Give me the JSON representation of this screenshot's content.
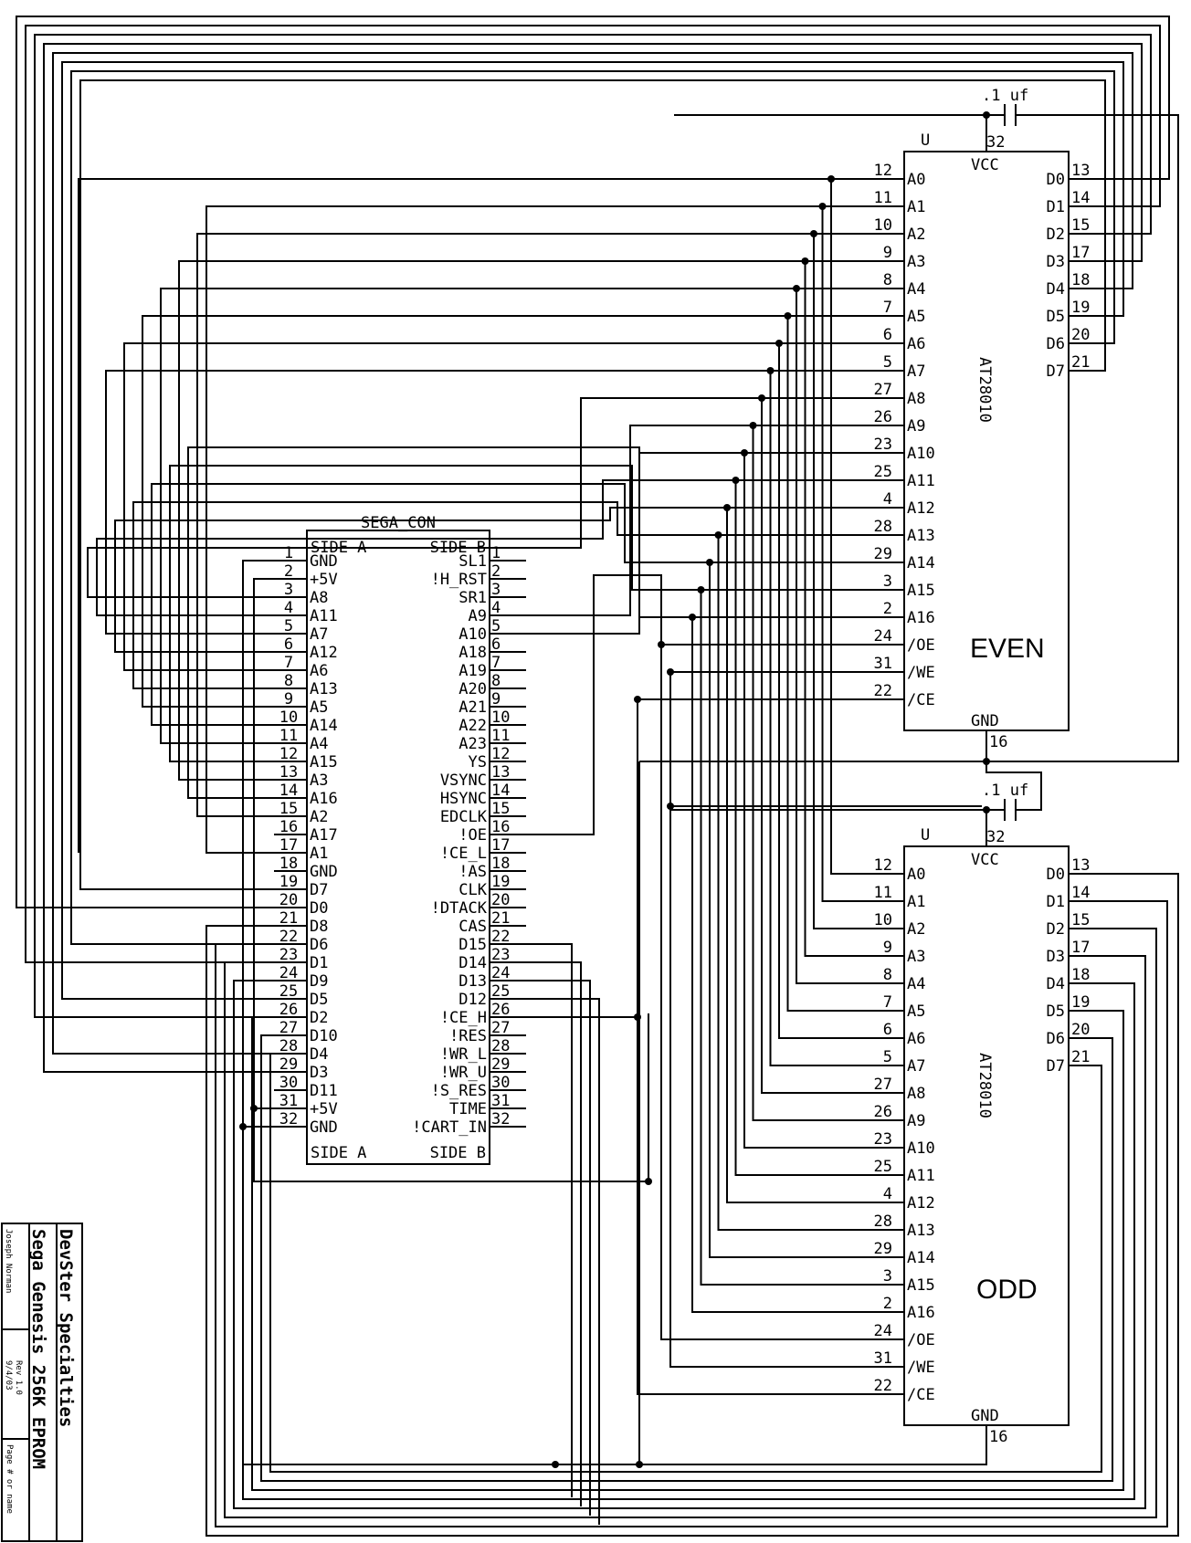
{
  "connector": {
    "title": "SEGA_CON",
    "side_a_label": "SIDE A",
    "side_b_label": "SIDE B",
    "side_a_pins": [
      {
        "num": "1",
        "name": "GND"
      },
      {
        "num": "2",
        "name": "+5V"
      },
      {
        "num": "3",
        "name": "A8"
      },
      {
        "num": "4",
        "name": "A11"
      },
      {
        "num": "5",
        "name": "A7"
      },
      {
        "num": "6",
        "name": "A12"
      },
      {
        "num": "7",
        "name": "A6"
      },
      {
        "num": "8",
        "name": "A13"
      },
      {
        "num": "9",
        "name": "A5"
      },
      {
        "num": "10",
        "name": "A14"
      },
      {
        "num": "11",
        "name": "A4"
      },
      {
        "num": "12",
        "name": "A15"
      },
      {
        "num": "13",
        "name": "A3"
      },
      {
        "num": "14",
        "name": "A16"
      },
      {
        "num": "15",
        "name": "A2"
      },
      {
        "num": "16",
        "name": "A17"
      },
      {
        "num": "17",
        "name": "A1"
      },
      {
        "num": "18",
        "name": "GND"
      },
      {
        "num": "19",
        "name": "D7"
      },
      {
        "num": "20",
        "name": "D0"
      },
      {
        "num": "21",
        "name": "D8"
      },
      {
        "num": "22",
        "name": "D6"
      },
      {
        "num": "23",
        "name": "D1"
      },
      {
        "num": "24",
        "name": "D9"
      },
      {
        "num": "25",
        "name": "D5"
      },
      {
        "num": "26",
        "name": "D2"
      },
      {
        "num": "27",
        "name": "D10"
      },
      {
        "num": "28",
        "name": "D4"
      },
      {
        "num": "29",
        "name": "D3"
      },
      {
        "num": "30",
        "name": "D11"
      },
      {
        "num": "31",
        "name": "+5V"
      },
      {
        "num": "32",
        "name": "GND"
      }
    ],
    "side_b_pins": [
      {
        "num": "1",
        "name": "SL1"
      },
      {
        "num": "2",
        "name": "!H_RST"
      },
      {
        "num": "3",
        "name": "SR1"
      },
      {
        "num": "4",
        "name": "A9"
      },
      {
        "num": "5",
        "name": "A10"
      },
      {
        "num": "6",
        "name": "A18"
      },
      {
        "num": "7",
        "name": "A19"
      },
      {
        "num": "8",
        "name": "A20"
      },
      {
        "num": "9",
        "name": "A21"
      },
      {
        "num": "10",
        "name": "A22"
      },
      {
        "num": "11",
        "name": "A23"
      },
      {
        "num": "12",
        "name": "YS"
      },
      {
        "num": "13",
        "name": "VSYNC"
      },
      {
        "num": "14",
        "name": "HSYNC"
      },
      {
        "num": "15",
        "name": "EDCLK"
      },
      {
        "num": "16",
        "name": "!OE"
      },
      {
        "num": "17",
        "name": "!CE_L"
      },
      {
        "num": "18",
        "name": "!AS"
      },
      {
        "num": "19",
        "name": "CLK"
      },
      {
        "num": "20",
        "name": "!DTACK"
      },
      {
        "num": "21",
        "name": "CAS"
      },
      {
        "num": "22",
        "name": "D15"
      },
      {
        "num": "23",
        "name": "D14"
      },
      {
        "num": "24",
        "name": "D13"
      },
      {
        "num": "25",
        "name": "D12"
      },
      {
        "num": "26",
        "name": "!CE_H"
      },
      {
        "num": "27",
        "name": "!RES"
      },
      {
        "num": "28",
        "name": "!WR_L"
      },
      {
        "num": "29",
        "name": "!WR_U"
      },
      {
        "num": "30",
        "name": "!S_RES"
      },
      {
        "num": "31",
        "name": "TIME"
      },
      {
        "num": "32",
        "name": "!CART_IN"
      }
    ]
  },
  "eprom_common": {
    "ref": "U",
    "vcc_label": "VCC",
    "vcc_pin": "32",
    "gnd_label": "GND",
    "gnd_pin": "16",
    "cap_label": ".1 uf",
    "part_name": "AT28010",
    "left_pins": [
      {
        "num": "12",
        "name": "A0"
      },
      {
        "num": "11",
        "name": "A1"
      },
      {
        "num": "10",
        "name": "A2"
      },
      {
        "num": "9",
        "name": "A3"
      },
      {
        "num": "8",
        "name": "A4"
      },
      {
        "num": "7",
        "name": "A5"
      },
      {
        "num": "6",
        "name": "A6"
      },
      {
        "num": "5",
        "name": "A7"
      },
      {
        "num": "27",
        "name": "A8"
      },
      {
        "num": "26",
        "name": "A9"
      },
      {
        "num": "23",
        "name": "A10"
      },
      {
        "num": "25",
        "name": "A11"
      },
      {
        "num": "4",
        "name": "A12"
      },
      {
        "num": "28",
        "name": "A13"
      },
      {
        "num": "29",
        "name": "A14"
      },
      {
        "num": "3",
        "name": "A15"
      },
      {
        "num": "2",
        "name": "A16"
      },
      {
        "num": "24",
        "name": "/OE"
      },
      {
        "num": "31",
        "name": "/WE"
      },
      {
        "num": "22",
        "name": "/CE"
      }
    ],
    "right_pins": [
      {
        "num": "13",
        "name": "D0"
      },
      {
        "num": "14",
        "name": "D1"
      },
      {
        "num": "15",
        "name": "D2"
      },
      {
        "num": "17",
        "name": "D3"
      },
      {
        "num": "18",
        "name": "D4"
      },
      {
        "num": "19",
        "name": "D5"
      },
      {
        "num": "20",
        "name": "D6"
      },
      {
        "num": "21",
        "name": "D7"
      }
    ]
  },
  "eprom_even": {
    "bank_label": "EVEN"
  },
  "eprom_odd": {
    "bank_label": "ODD"
  },
  "title_block": {
    "company": "DevSter Specialties",
    "title": "Sega Genesis 256K EPROM",
    "author": "Joseph Norman",
    "revision": "Rev 1.0",
    "date": "9/4/03",
    "page": "Page # or name"
  }
}
